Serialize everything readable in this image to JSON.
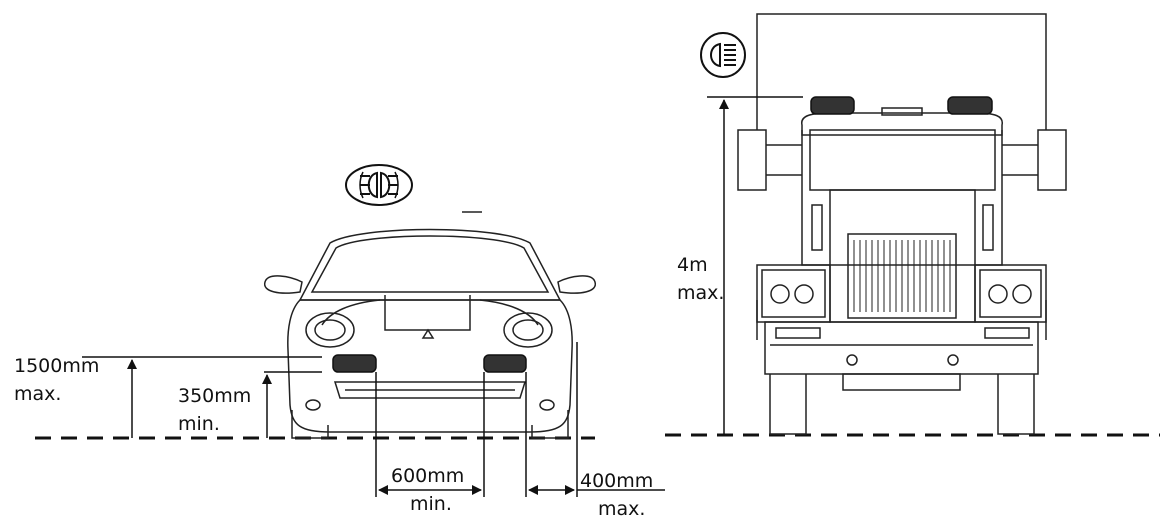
{
  "labels": {
    "car_height_max": {
      "value": "1500mm",
      "qualifier": "max."
    },
    "car_height_min": {
      "value": "350mm",
      "qualifier": "min."
    },
    "car_separation_min": {
      "value": "600mm",
      "qualifier": "min."
    },
    "car_edge_max": {
      "value": "400mm",
      "qualifier": "max."
    },
    "truck_height_max": {
      "value": "4m",
      "qualifier": "max."
    }
  },
  "icons": {
    "car_icon": "front-fog-lamp-icon",
    "truck_icon": "headlamp-icon"
  },
  "colors": {
    "line": "#111111",
    "lamp": "#333333",
    "background": "#ffffff"
  }
}
